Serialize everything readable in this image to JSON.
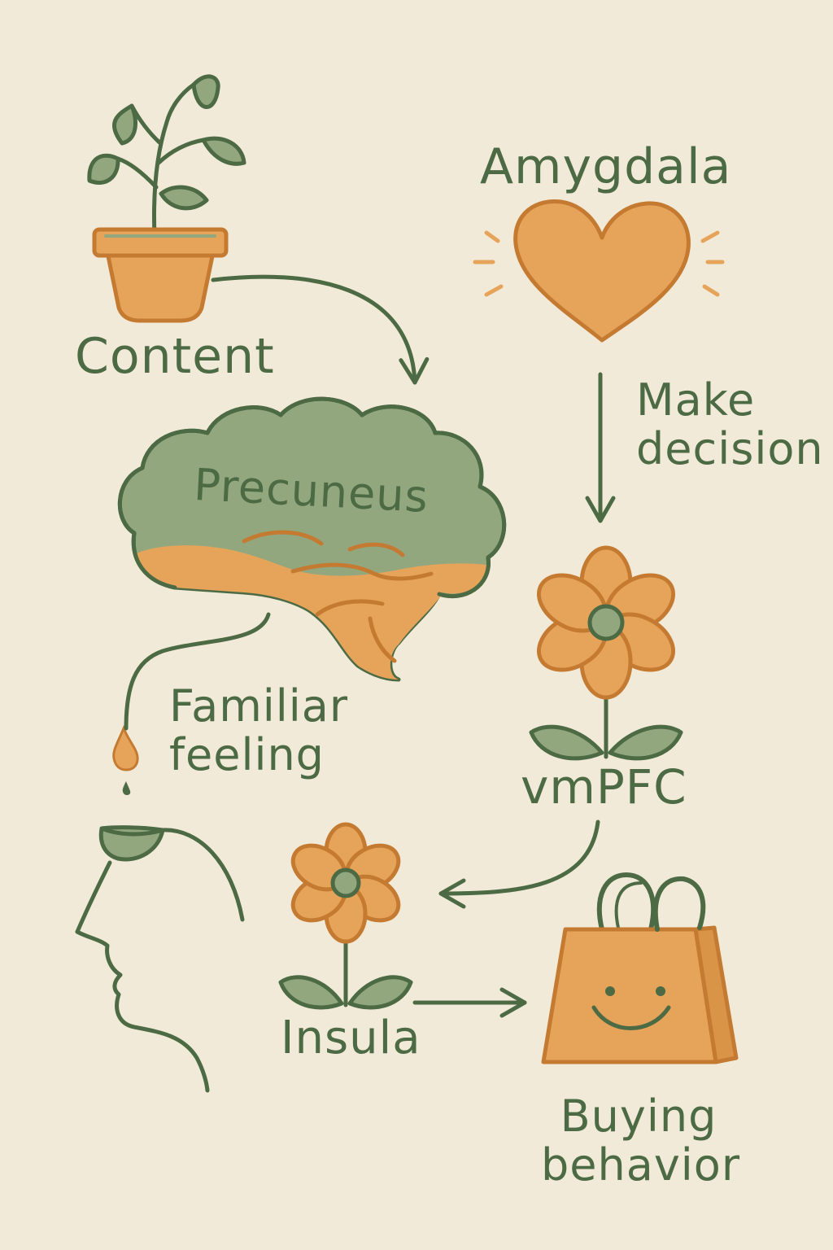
{
  "colors": {
    "background": "#f2ead8",
    "green_line": "#4c6a44",
    "green_fill": "#93a77f",
    "orange_fill": "#e6a45a",
    "orange_line": "#c57a32"
  },
  "icons": {
    "content": "potted-plant-icon",
    "amygdala": "heart-icon",
    "precuneus": "brain-icon",
    "vmpfc": "flower-icon",
    "insula": "flower-icon",
    "familiar_feeling": "drop-icon",
    "person": "head-profile-icon",
    "buying_behavior": "smiling-shopping-bag-icon"
  },
  "nodes": {
    "content": {
      "label": "Content"
    },
    "amygdala": {
      "label": "Amygdala"
    },
    "precuneus": {
      "label": "Precuneus"
    },
    "vmpfc": {
      "label": "vmPFC"
    },
    "insula": {
      "label": "Insula"
    },
    "buying_behavior": {
      "line1": "Buying",
      "line2": "behavior"
    }
  },
  "edges": {
    "make_decision": {
      "line1": "Make",
      "line2": "decision"
    },
    "familiar_feeling": {
      "line1": "Familiar",
      "line2": "feeling"
    }
  }
}
